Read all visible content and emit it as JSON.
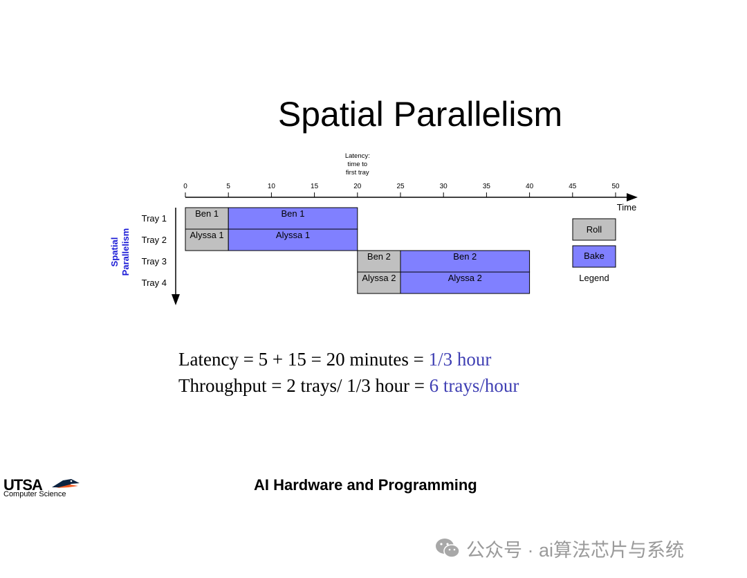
{
  "slide": {
    "title": "Spatial Parallelism",
    "footer_title": "AI Hardware and Programming"
  },
  "diagram": {
    "y_axis_label_line1": "Spatial",
    "y_axis_label_line2": "Parallelism",
    "x_axis_label": "Time",
    "ticks": [
      "0",
      "5",
      "10",
      "15",
      "20",
      "25",
      "30",
      "35",
      "40",
      "45",
      "50"
    ],
    "annotation": [
      "Latency:",
      "time to",
      "first tray"
    ],
    "trays": [
      "Tray 1",
      "Tray 2",
      "Tray 3",
      "Tray 4"
    ],
    "tasks": [
      {
        "row": 0,
        "start": 0,
        "end": 5,
        "label": "Ben 1",
        "kind": "roll"
      },
      {
        "row": 0,
        "start": 5,
        "end": 20,
        "label": "Ben 1",
        "kind": "bake"
      },
      {
        "row": 1,
        "start": 0,
        "end": 5,
        "label": "Alyssa 1",
        "kind": "roll"
      },
      {
        "row": 1,
        "start": 5,
        "end": 20,
        "label": "Alyssa 1",
        "kind": "bake"
      },
      {
        "row": 2,
        "start": 20,
        "end": 25,
        "label": "Ben 2",
        "kind": "roll"
      },
      {
        "row": 2,
        "start": 25,
        "end": 40,
        "label": "Ben 2",
        "kind": "bake"
      },
      {
        "row": 3,
        "start": 20,
        "end": 25,
        "label": "Alyssa 2",
        "kind": "roll"
      },
      {
        "row": 3,
        "start": 25,
        "end": 40,
        "label": "Alyssa 2",
        "kind": "bake"
      }
    ],
    "legend": {
      "roll_label": "Roll",
      "bake_label": "Bake",
      "title": "Legend"
    },
    "colors": {
      "roll": "#c0c0c0",
      "bake": "#8080ff",
      "axis_label": "#1a1ad6"
    }
  },
  "equations": {
    "line1_prefix": "Latency = 5 + 15 = 20 minutes = ",
    "line1_value": "1/3 hour",
    "line2_prefix": "Throughput = 2 trays/ 1/3 hour = ",
    "line2_value": "6 trays/hour",
    "highlight_color": "#3f3fb3"
  },
  "logo": {
    "wordmark": "UTSA",
    "subtitle": "Computer Science"
  },
  "watermark": {
    "text": "公众号 · ai算法芯片与系统"
  }
}
